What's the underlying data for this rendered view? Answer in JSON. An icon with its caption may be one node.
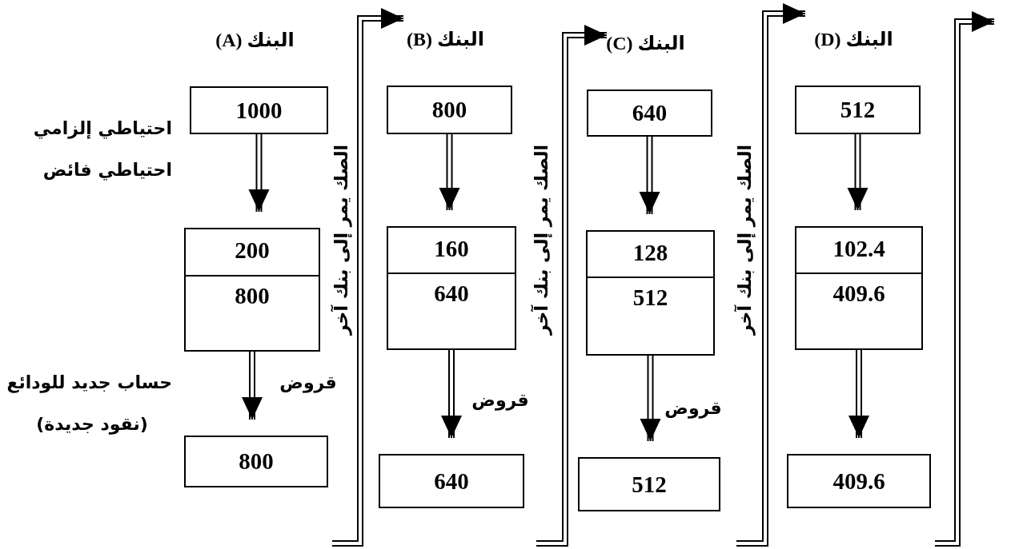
{
  "diagram": {
    "nodes": [
      {
        "text": [
          "1000"
        ],
        "beside": [
          "البنك (A)"
        ]
      },
      {
        "text": [
          "200",
          "800"
        ]
      },
      {
        "text": [
          "800"
        ]
      },
      {
        "text": [
          "800"
        ],
        "beside": [
          "البنك (B)"
        ]
      },
      {
        "text": [
          "160",
          "640"
        ]
      },
      {
        "text": [
          "640"
        ]
      },
      {
        "text": [
          "640"
        ],
        "beside": [
          "البنك (C)"
        ]
      },
      {
        "text": [
          "128",
          "512"
        ]
      },
      {
        "text": [
          "512"
        ]
      },
      {
        "text": [
          "512"
        ],
        "beside": [
          "البنك (D)"
        ]
      },
      {
        "text": [
          "102.4",
          "409.6"
        ]
      },
      {
        "text": [
          "409.6"
        ]
      }
    ],
    "edges": [
      {
        "from": 0,
        "to": 1,
        "arrow": "to"
      },
      {
        "from": 1,
        "to": 2,
        "arrow": "to",
        "label": "قروض"
      },
      {
        "from": 3,
        "to": 4,
        "arrow": "to"
      },
      {
        "from": 4,
        "to": 5,
        "arrow": "to",
        "label": "قروض"
      },
      {
        "from": 6,
        "to": 7,
        "arrow": "to"
      },
      {
        "from": 7,
        "to": 8,
        "arrow": "to",
        "label": "قروض"
      },
      {
        "from": 9,
        "to": 10,
        "arrow": "to"
      },
      {
        "from": 10,
        "to": 11,
        "arrow": "to"
      }
    ],
    "labels": [
      "احتياطي إلزامي",
      "الصك يمر إلى بنك آخر",
      "الصك يمر إلى بنك آخر",
      "الصك يمر إلى بنك آخر",
      "احتياطي فائض",
      "حساب جديد للودائع",
      "(نقود جديدة)"
    ]
  }
}
